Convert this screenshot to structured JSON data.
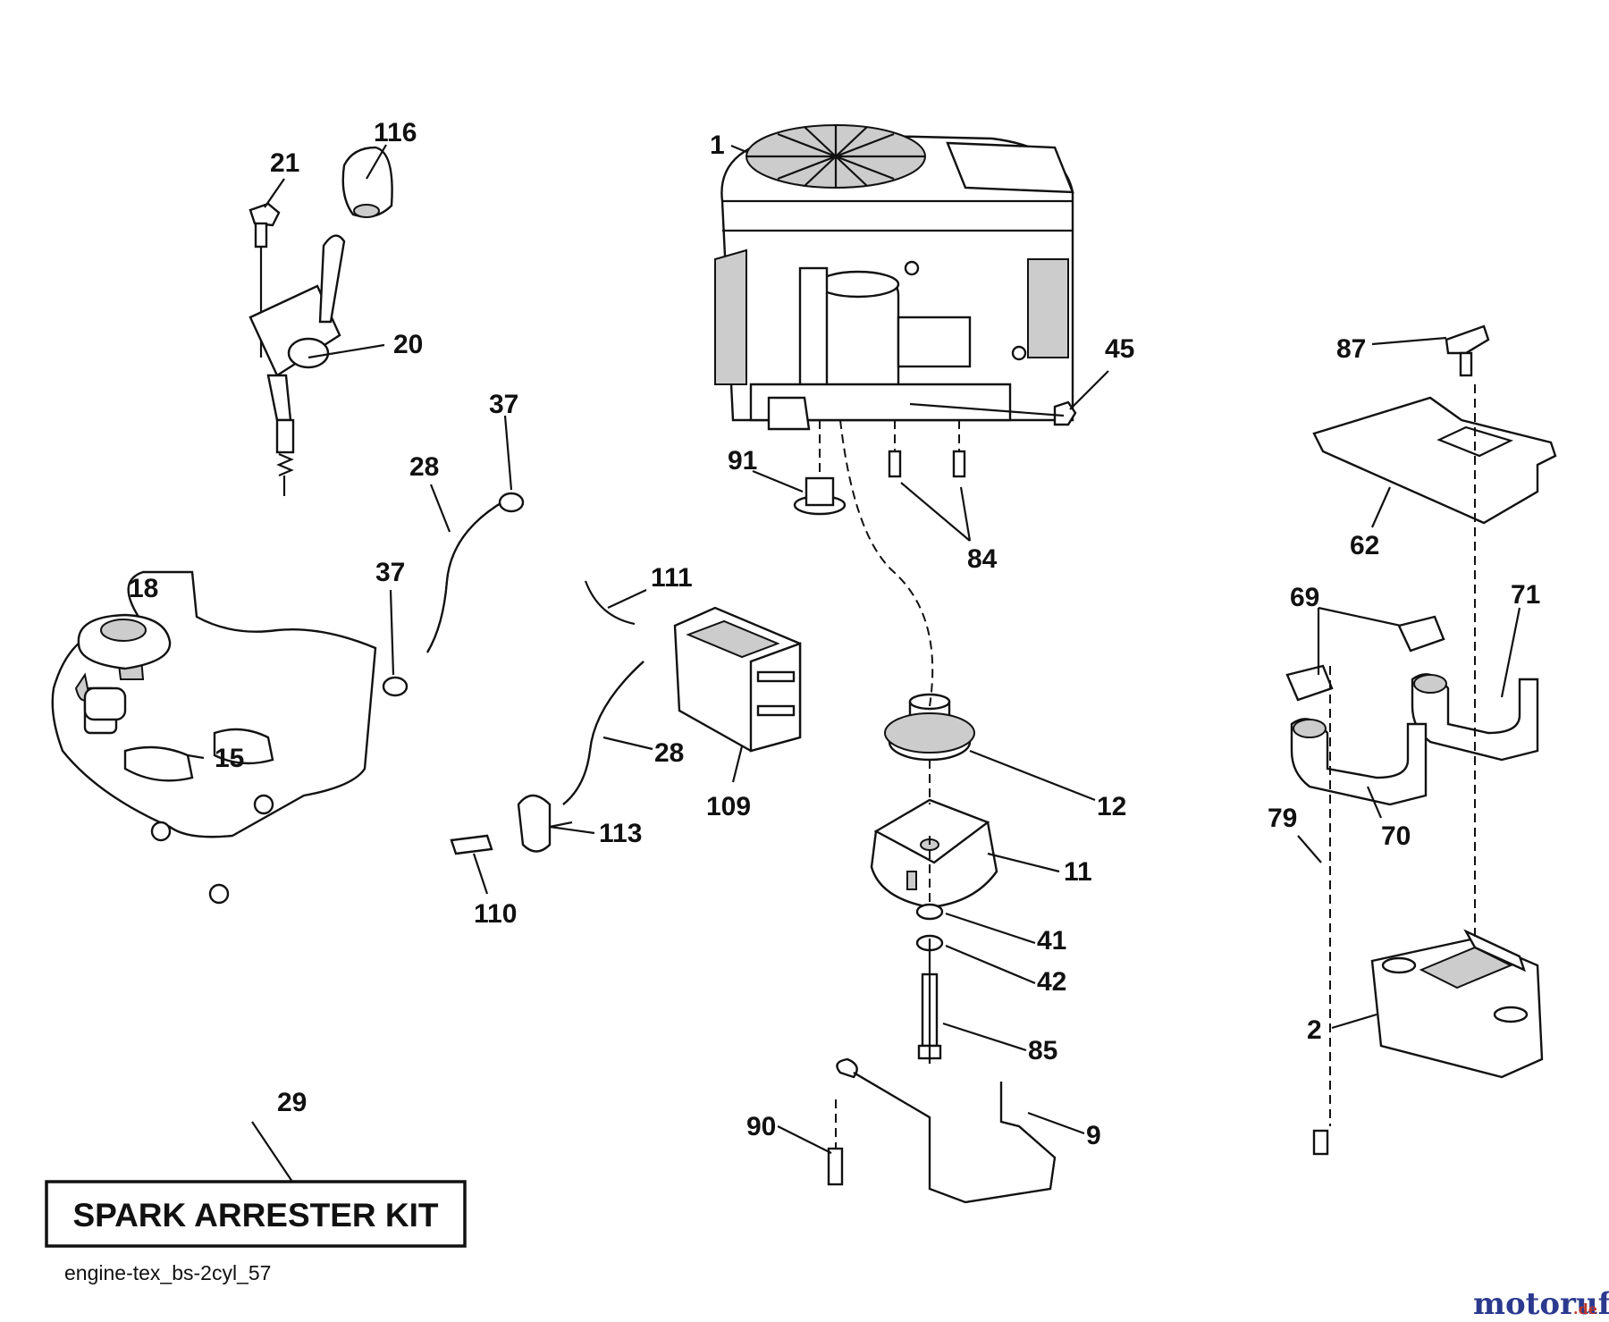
{
  "callouts": [
    "1",
    "116",
    "21",
    "20",
    "45",
    "87",
    "37",
    "28",
    "91",
    "84",
    "62",
    "18",
    "37",
    "111",
    "69",
    "71",
    "15",
    "28",
    "12",
    "109",
    "113",
    "11",
    "79",
    "70",
    "110",
    "41",
    "42",
    "85",
    "2",
    "29",
    "90",
    "9"
  ],
  "kit_label": "SPARK ARRESTER KIT",
  "diagram_code": "engine-tex_bs-2cyl_57",
  "watermark": {
    "main": "motoruf",
    "suffix": ".de",
    "main_color": "#2b3a8f",
    "suffix_color": "#c0392b"
  }
}
